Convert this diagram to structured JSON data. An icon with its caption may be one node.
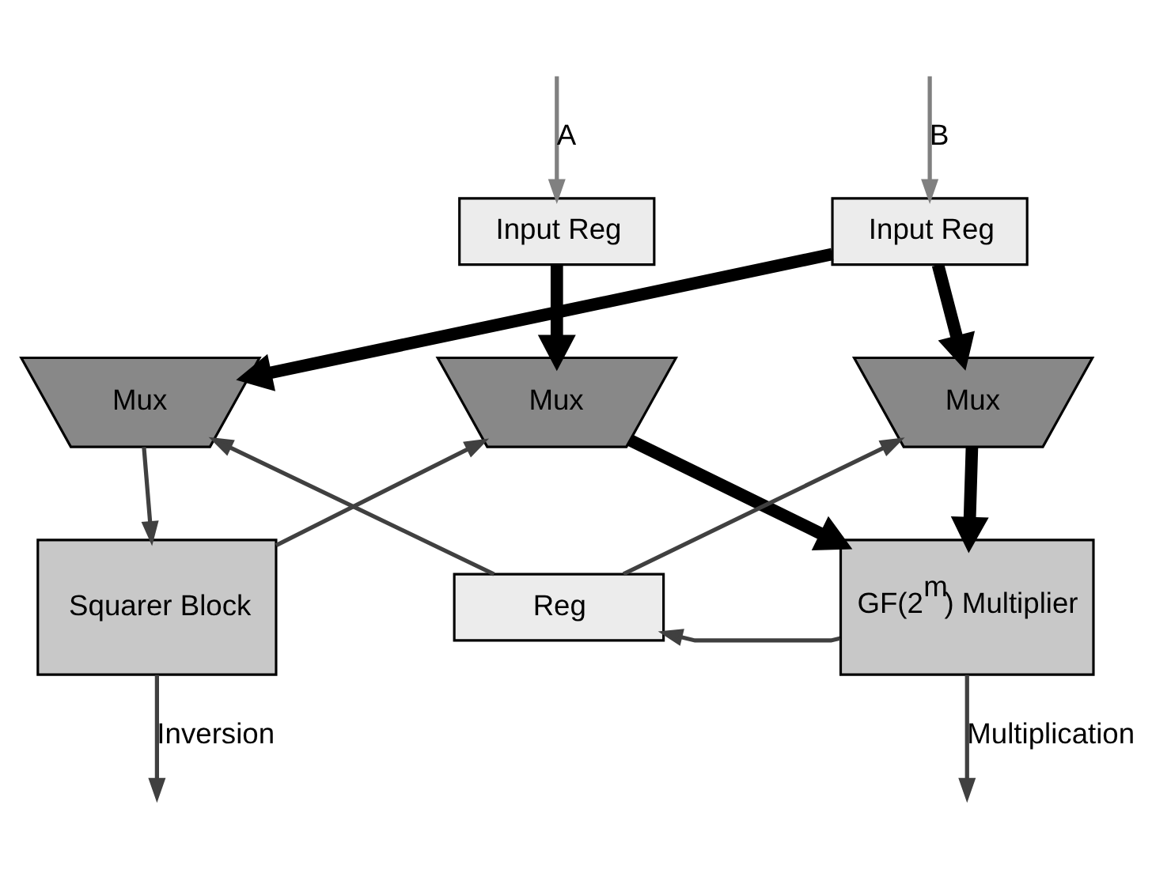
{
  "diagram": {
    "nodes": [
      {
        "text": [
          "Input Reg"
        ]
      },
      {
        "text": [
          "Input Reg"
        ]
      },
      {
        "text": [
          "Mux"
        ]
      },
      {
        "text": [
          "Mux"
        ]
      },
      {
        "text": [
          "Mux"
        ]
      },
      {
        "text": [
          "Squarer Block"
        ]
      },
      {
        "text": [
          "Reg"
        ]
      },
      {
        "text": [
          "GF(2$^{m}$) Multiplier"
        ]
      }
    ],
    "edges": [
      {
        "from": null,
        "to": 0,
        "arrow": "to",
        "label": "A",
        "color": "#808080"
      },
      {
        "from": null,
        "to": 1,
        "arrow": "to",
        "label": "B",
        "color": "#808080"
      },
      {
        "from": 0,
        "to": 3,
        "arrow": "to",
        "style": "thick",
        "color": "#000000"
      },
      {
        "from": 1,
        "to": 2,
        "arrow": "to",
        "style": "thick",
        "color": "#000000"
      },
      {
        "from": 1,
        "to": 4,
        "arrow": "to",
        "style": "thick",
        "color": "#000000"
      },
      {
        "from": 6,
        "to": 2,
        "arrow": "to"
      },
      {
        "from": 6,
        "to": 4,
        "arrow": "to"
      },
      {
        "from": 5,
        "to": 3,
        "arrow": "to"
      },
      {
        "from": 2,
        "to": 5,
        "arrow": "to"
      },
      {
        "from": 3,
        "to": 7,
        "arrow": "to",
        "style": "thick",
        "color": "#000000"
      },
      {
        "from": 4,
        "to": 7,
        "arrow": "to",
        "style": "thick",
        "color": "#000000"
      },
      {
        "from": 7,
        "to": 6,
        "arrow": "to"
      },
      {
        "from": 5,
        "to": null,
        "arrow": "to",
        "label": "Inversion"
      },
      {
        "from": 7,
        "to": null,
        "arrow": "to",
        "label": "Multiplication"
      }
    ]
  }
}
